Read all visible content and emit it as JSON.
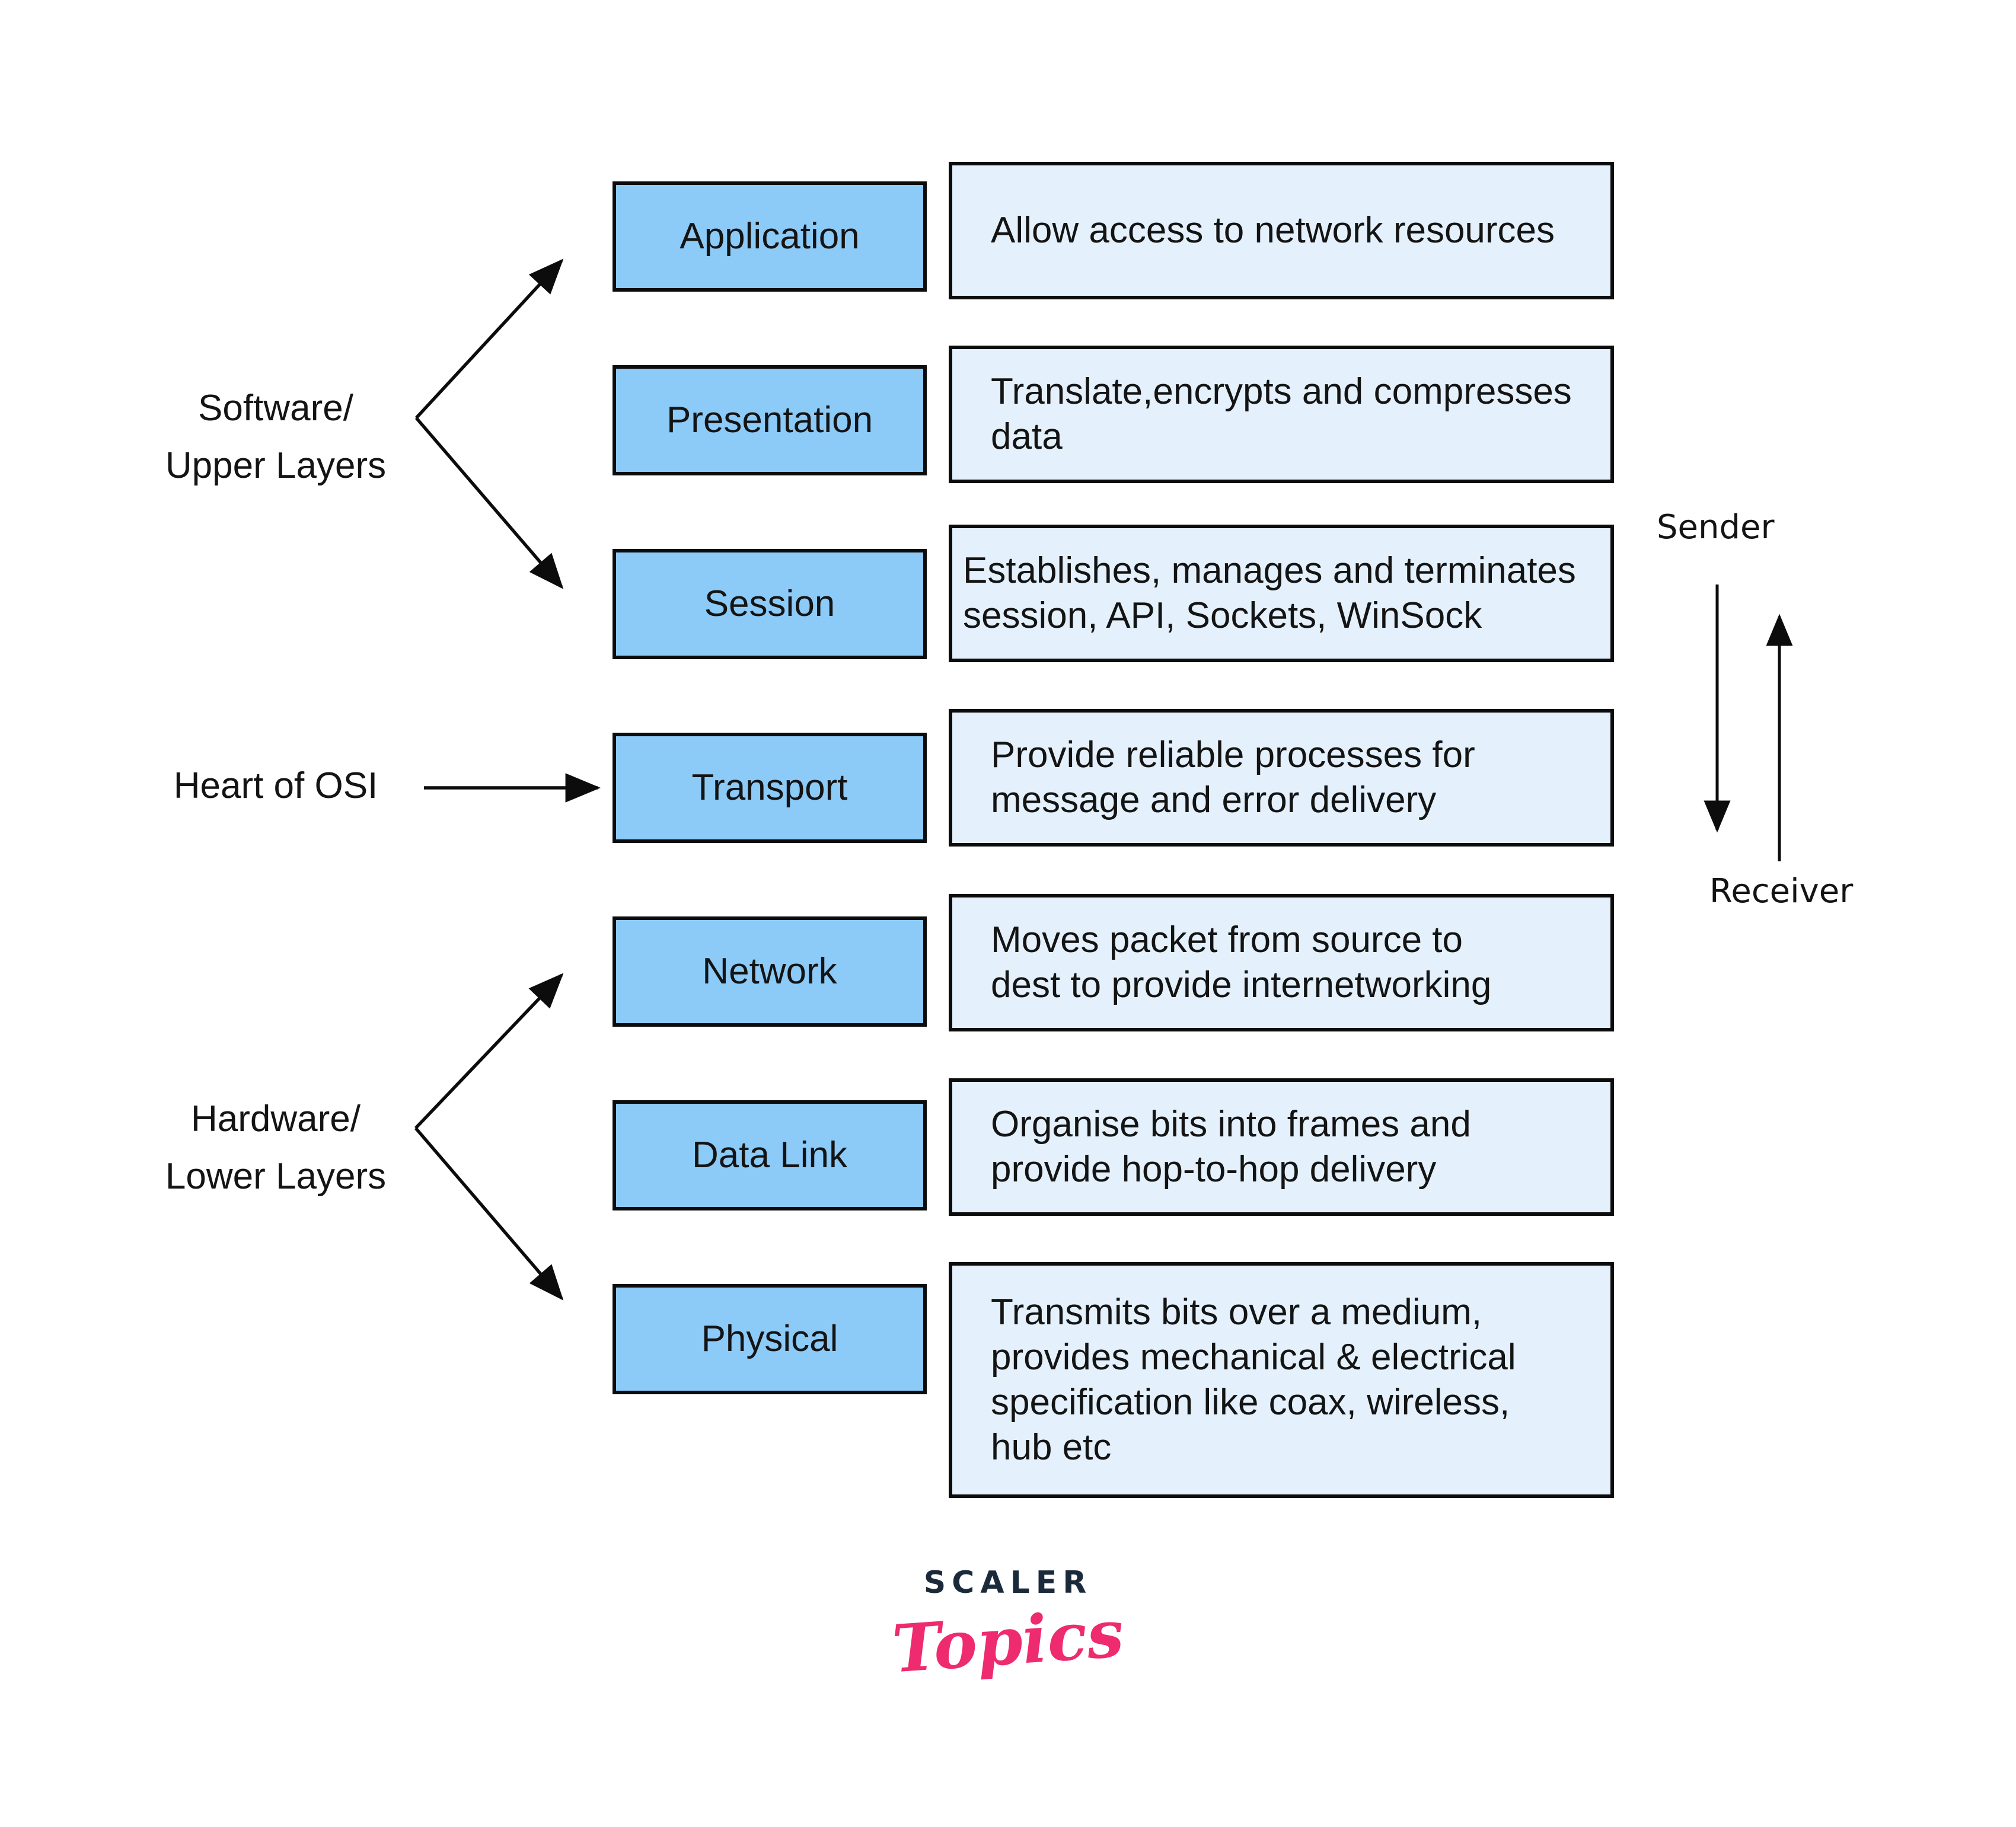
{
  "diagram": {
    "layers": [
      {
        "name": "Application",
        "description": [
          "Allow access to network resources"
        ]
      },
      {
        "name": "Presentation",
        "description": [
          "Translate,encrypts and compresses",
          "data"
        ]
      },
      {
        "name": "Session",
        "description": [
          "Establishes, manages and terminates",
          "session, API, Sockets, WinSock"
        ]
      },
      {
        "name": "Transport",
        "description": [
          "Provide reliable processes for",
          "message and error delivery"
        ]
      },
      {
        "name": "Network",
        "description": [
          "Moves packet from source to",
          "dest to provide internetworking"
        ]
      },
      {
        "name": "Data Link",
        "description": [
          "Organise bits into frames and",
          "provide hop-to-hop delivery"
        ]
      },
      {
        "name": "Physical",
        "description": [
          "Transmits bits over a medium,",
          "provides mechanical & electrical",
          "specification like coax, wireless,",
          "hub etc"
        ]
      }
    ],
    "annotations": {
      "software_group": [
        "Software/",
        "Upper Layers"
      ],
      "heart": "Heart of OSI",
      "hardware_group": [
        "Hardware/",
        "Lower Layers"
      ],
      "sender": "Sender",
      "receiver": "Receiver"
    },
    "logo": {
      "brand": "SCALER",
      "product": "Topics"
    },
    "colors": {
      "layer_fill": "#8CCAF8",
      "description_fill": "#E4F1FC",
      "outline": "#0C0C0C",
      "text": "#141414",
      "logo_navy": "#1B2A3B",
      "logo_pink": "#EE2B6E"
    }
  }
}
